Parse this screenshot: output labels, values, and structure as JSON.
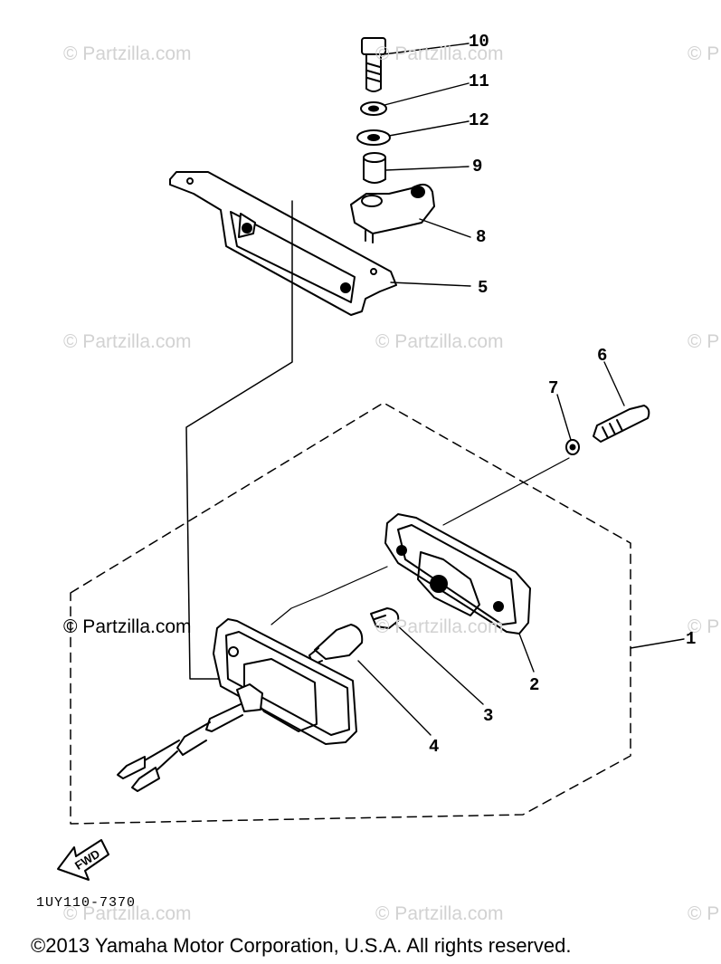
{
  "watermarks": [
    {
      "text": "© Partzilla.com"
    },
    {
      "text": "© Partzilla.com"
    },
    {
      "text": "© P"
    },
    {
      "text": "© Partzilla.com"
    },
    {
      "text": "© Partzilla.com"
    },
    {
      "text": "© P"
    },
    {
      "text": "© Partzilla.com"
    },
    {
      "text": "© Partzilla.com"
    },
    {
      "text": "© P"
    },
    {
      "text": "© Partzilla.com"
    },
    {
      "text": "© Partzilla.com"
    },
    {
      "text": "© P"
    }
  ],
  "callouts": [
    "10",
    "11",
    "12",
    "9",
    "8",
    "5",
    "6",
    "7",
    "1",
    "2",
    "3",
    "4"
  ],
  "fwd_label": "FWD",
  "drawing_code": "1UY110-7370",
  "copyright": "©2013 Yamaha Motor Corporation, U.S.A. All rights reserved."
}
